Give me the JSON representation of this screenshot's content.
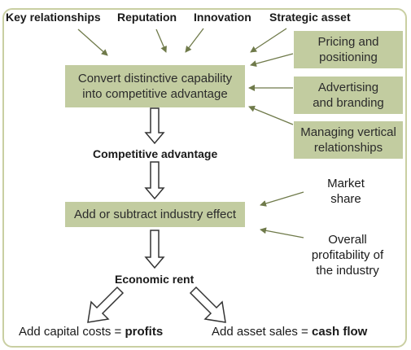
{
  "drivers": [
    "Key relationships",
    "Reputation",
    "Innovation",
    "Strategic asset"
  ],
  "main_steps": {
    "convert": "Convert distinctive capability into competitive advantage",
    "industry": "Add or subtract industry effect"
  },
  "side_boxes": [
    "Pricing and positioning",
    "Advertising and branding",
    "Managing vertical relationships"
  ],
  "stage_labels": {
    "competitive_advantage": "Competitive advantage",
    "economic_rent": "Economic rent"
  },
  "industry_factors": [
    "Market share",
    "Overall profitability of the industry"
  ],
  "outcomes": {
    "left_prefix": "Add capital costs = ",
    "left_bold": "profits",
    "right_prefix": "Add asset sales = ",
    "right_bold": "cash flow"
  },
  "colors": {
    "box_fill": "#c2cca0",
    "frame": "#c9cfa2",
    "arrow": "#6f7a4a"
  }
}
